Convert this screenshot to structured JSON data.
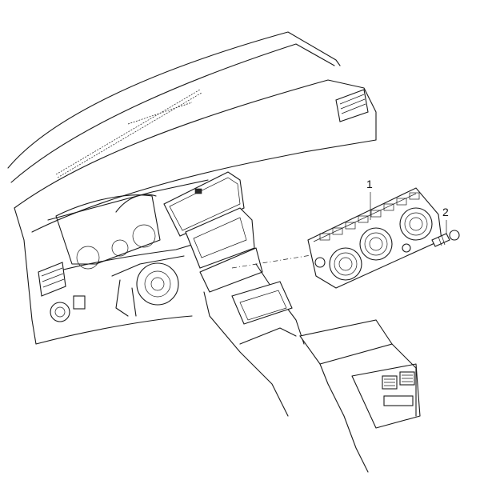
{
  "callouts": [
    {
      "id": "1",
      "label": "1"
    },
    {
      "id": "2",
      "label": "2"
    }
  ],
  "colors": {
    "line": "#1a1a1a",
    "background": "#ffffff"
  }
}
